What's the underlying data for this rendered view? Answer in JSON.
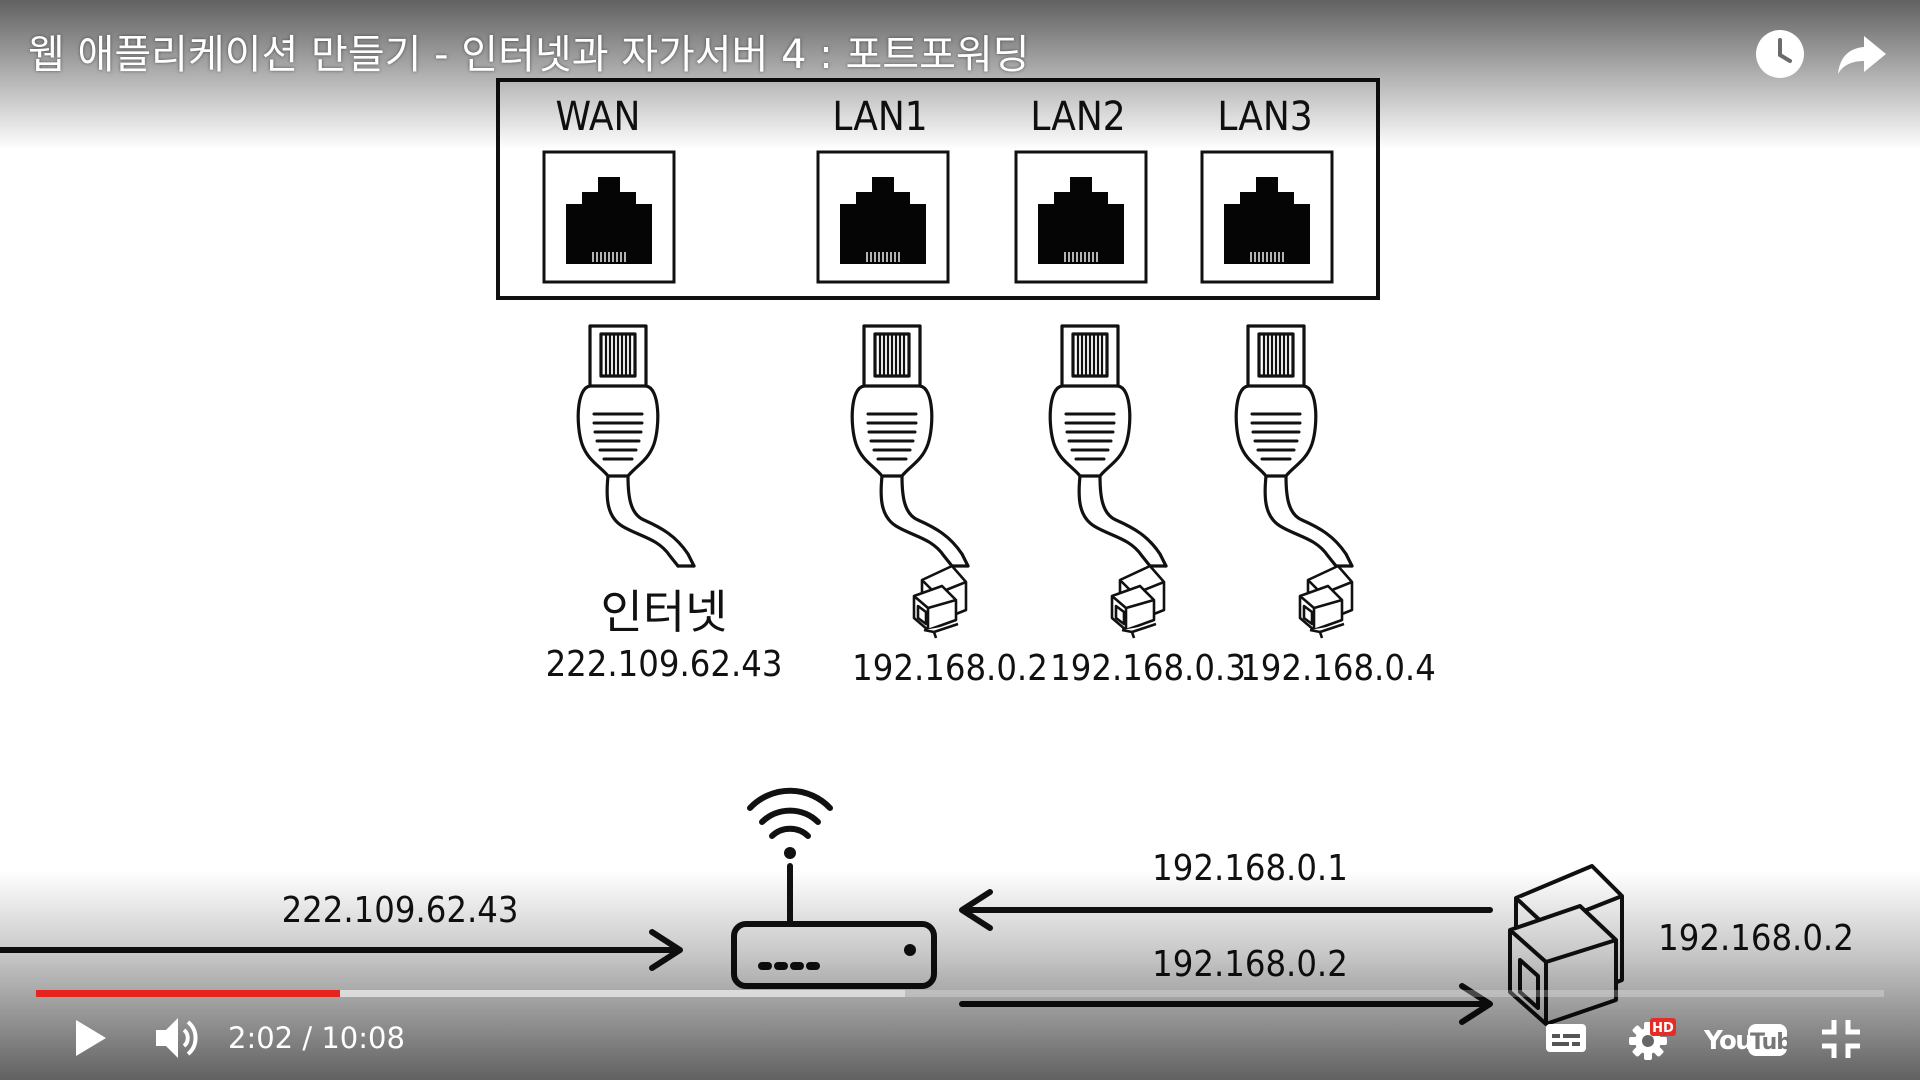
{
  "video": {
    "title": "웹 애플리케이션 만들기 - 인터넷과 자가서버 4 : 포트포워딩",
    "current_time": "2:02",
    "separator": " / ",
    "duration": "10:08",
    "progress_played": 0.1645,
    "progress_buffered": 0.47
  },
  "controls": {
    "play_icon": "play-icon",
    "volume_icon": "volume-icon",
    "subtitles_icon": "subtitles-icon",
    "settings_icon": "gear-icon",
    "hd_badge": "HD",
    "youtube_logo": "YouTube",
    "exit_fullscreen_icon": "exit-fullscreen-icon",
    "watch_later_icon": "clock-icon",
    "share_icon": "share-icon"
  },
  "diagram": {
    "ports": [
      {
        "label": "WAN"
      },
      {
        "label": "LAN1"
      },
      {
        "label": "LAN2"
      },
      {
        "label": "LAN3"
      }
    ],
    "wan_caption": "인터넷",
    "wan_ip": "222.109.62.43",
    "lan_ips": [
      "192.168.0.2",
      "192.168.0.3",
      "192.168.0.4"
    ],
    "flow": {
      "internet_ip": "222.109.62.43",
      "reply_ip": "192.168.0.1",
      "request_ip": "192.168.0.2",
      "computer_ip": "192.168.0.2"
    }
  }
}
